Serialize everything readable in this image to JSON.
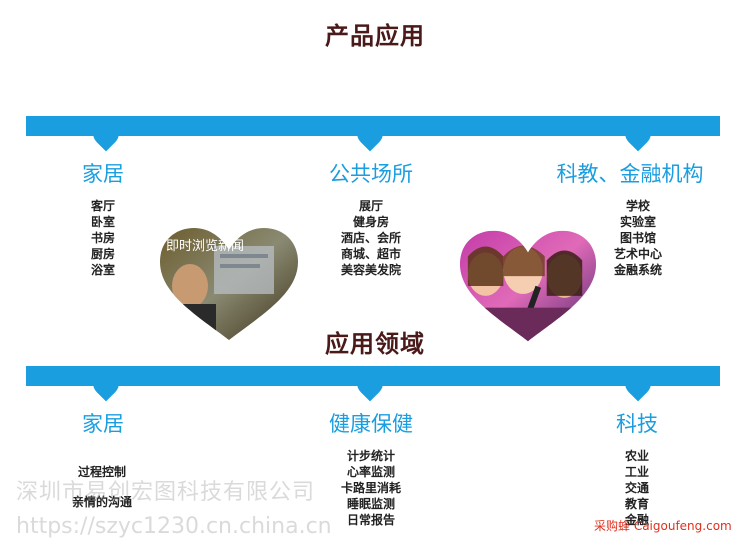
{
  "product_section": {
    "title": "产品应用",
    "columns": [
      {
        "heading": "家居",
        "items": [
          "客厅",
          "卧室",
          "书房",
          "厨房",
          "浴室"
        ]
      },
      {
        "heading": "公共场所",
        "items": [
          "展厅",
          "健身房",
          "酒店、会所",
          "商城、超市",
          "美容美发院"
        ]
      },
      {
        "heading": "科教、金融机构",
        "items": [
          "学校",
          "实验室",
          "图书馆",
          "艺术中心",
          "金融系统"
        ]
      }
    ],
    "photo_left_caption": "即时浏览新闻"
  },
  "field_section": {
    "title": "应用领域",
    "columns": [
      {
        "heading": "家居",
        "items": [
          "过程控制",
          "亲情的沟通"
        ]
      },
      {
        "heading": "健康保健",
        "items": [
          "计步统计",
          "心率监测",
          "卡路里消耗",
          "睡眠监测",
          "日常报告"
        ]
      },
      {
        "heading": "科技",
        "items": [
          "农业",
          "工业",
          "交通",
          "教育",
          "金融"
        ]
      }
    ]
  },
  "watermarks": {
    "company": "深圳市易创宏图科技有限公司",
    "url": "https://szyc1230.cn.china.cn",
    "site": "采购蜂 Caigoufeng.com"
  },
  "colors": {
    "accent": "#1a9ee0",
    "title": "#4a1a1a"
  }
}
